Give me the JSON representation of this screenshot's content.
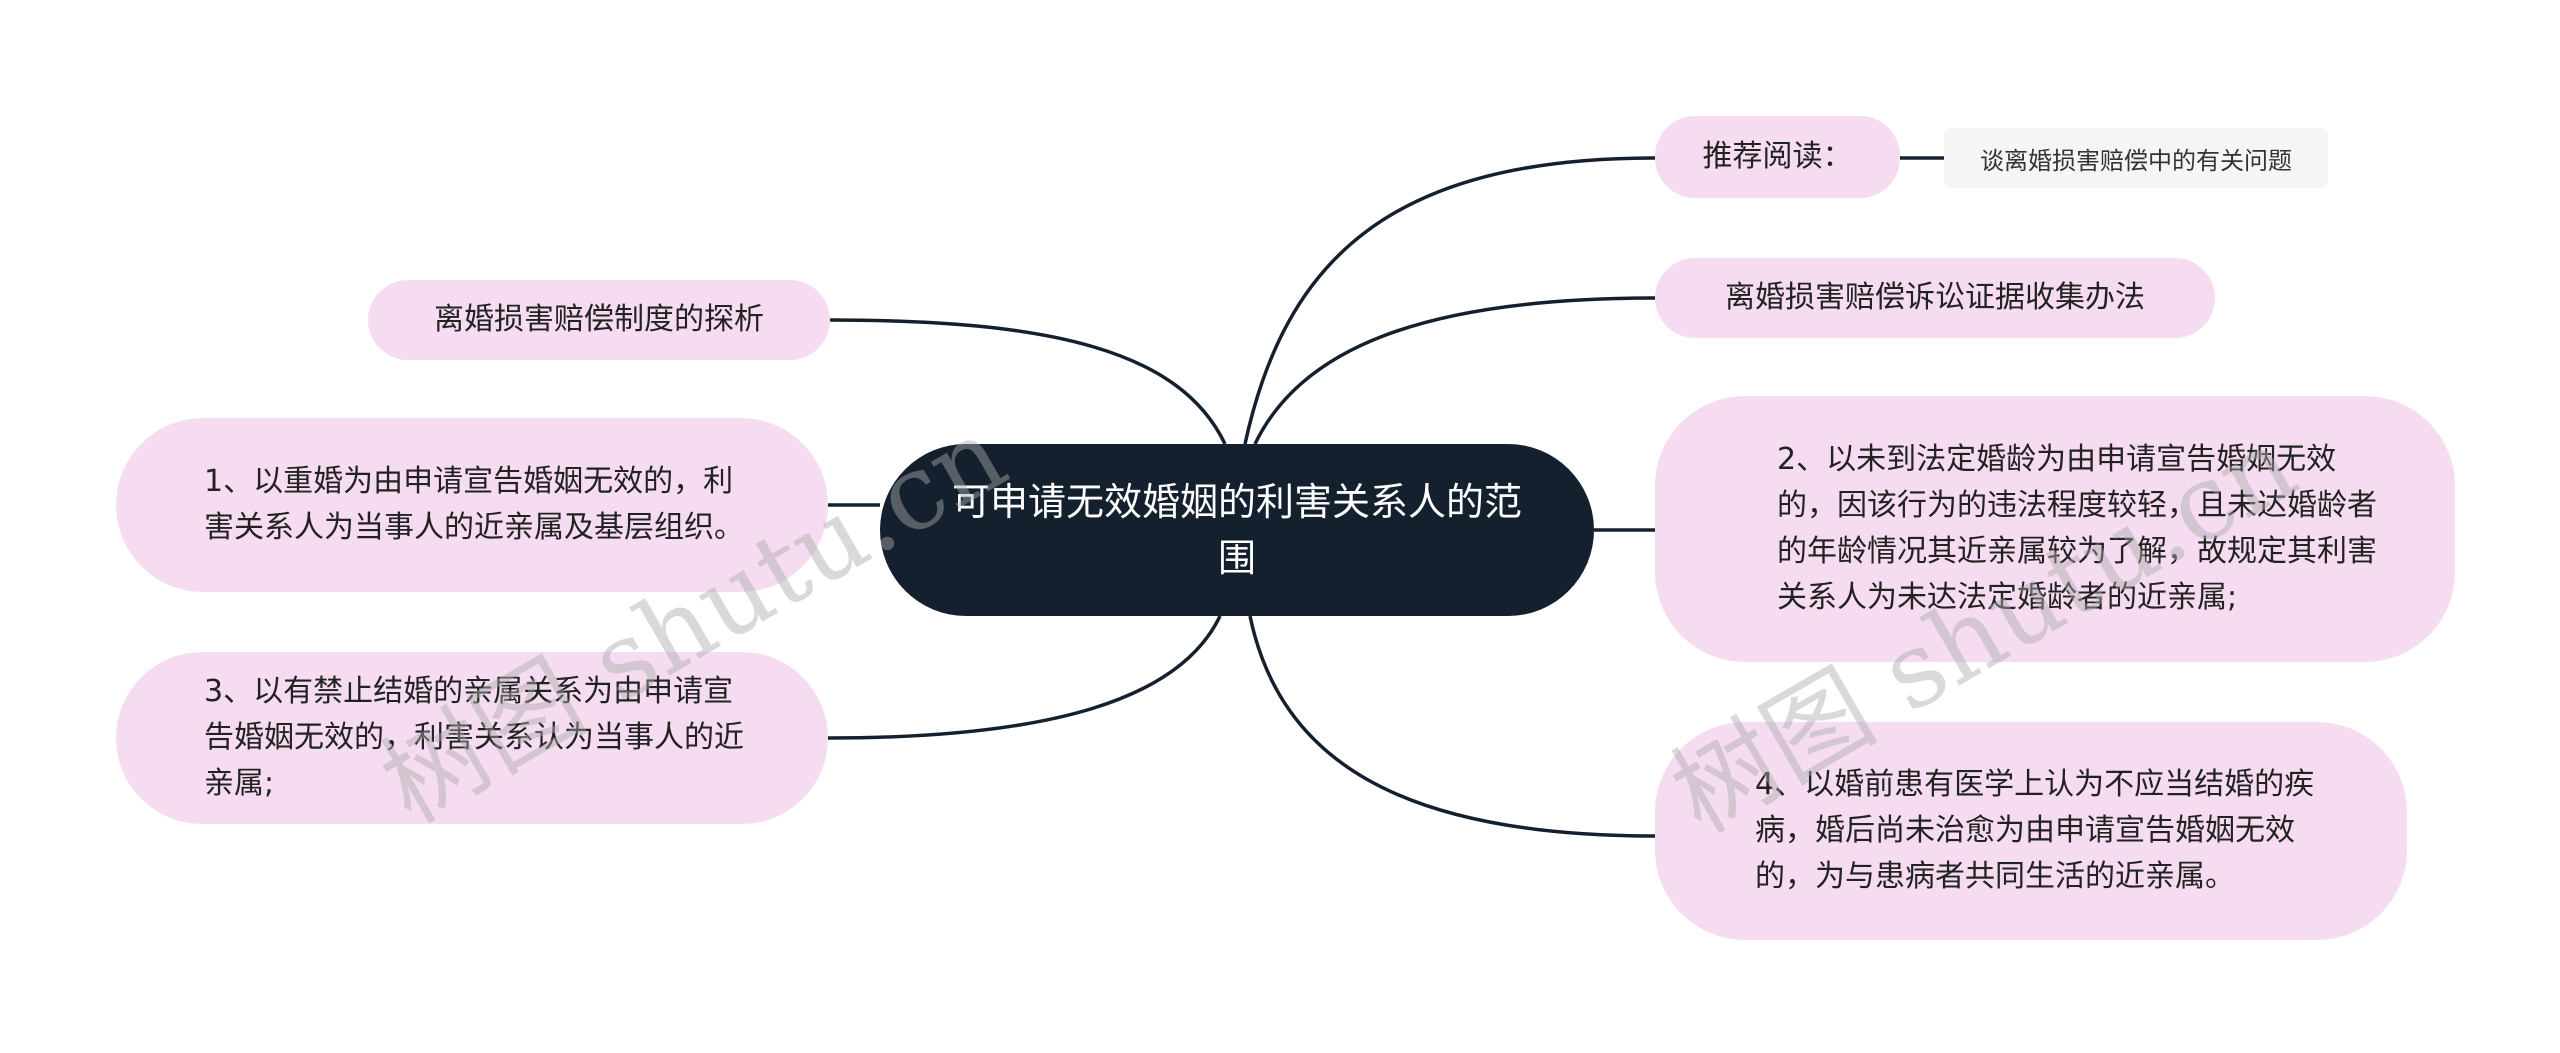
{
  "central_topic": "可申请无效婚姻的利害关系人的范围",
  "left_topics": [
    {
      "text": "离婚损害赔偿制度的探析"
    },
    {
      "text": "1、以重婚为由申请宣告婚姻无效的，利害关系人为当事人的近亲属及基层组织。"
    },
    {
      "text": "3、以有禁止结婚的亲属关系为由申请宣告婚姻无效的，利害关系认为当事人的近亲属;"
    }
  ],
  "right_topics": [
    {
      "text": "推荐阅读：",
      "child": "谈离婚损害赔偿中的有关问题"
    },
    {
      "text": "离婚损害赔偿诉讼证据收集办法"
    },
    {
      "text": "2、以未到法定婚龄为由申请宣告婚姻无效的，因该行为的违法程度较轻，且未达婚龄者的年龄情况其近亲属较为了解，故规定其利害关系人为未达法定婚龄者的近亲属;"
    },
    {
      "text": "4、以婚前患有医学上认为不应当结婚的疾病，婚后尚未治愈为由申请宣告婚姻无效的，为与患病者共同生活的近亲属。"
    }
  ],
  "watermark": "树图 shutu.cn",
  "colors": {
    "central_bg": "#15202f",
    "central_text": "#ffffff",
    "topic_bg": "#f5dcf0",
    "leaf_bg": "#f5f5f5",
    "line": "#15202f"
  }
}
